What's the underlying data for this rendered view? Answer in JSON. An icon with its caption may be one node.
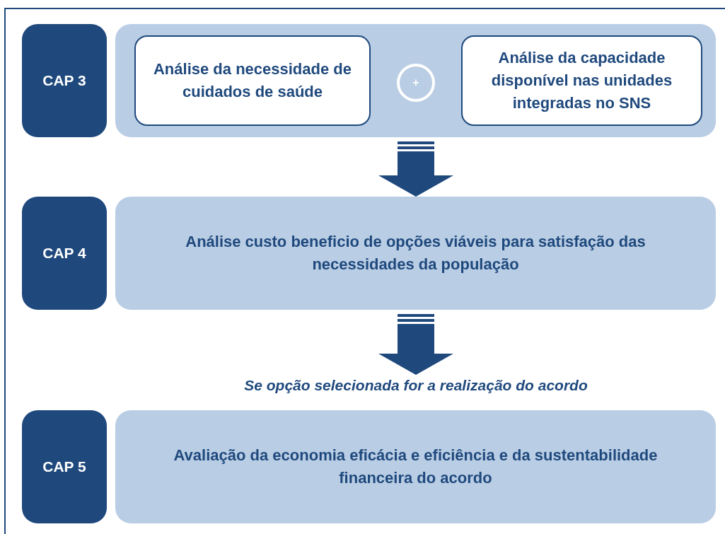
{
  "diagram": {
    "nodes": [
      {
        "text": [
          "CAP 3"
        ]
      },
      {
        "text": [],
        "shape": "box"
      },
      {
        "text": [
          "Análise da necessidade de cuidados de saúde"
        ],
        "in": 1
      },
      {
        "text": [
          "+"
        ],
        "in": 1
      },
      {
        "text": [
          "Análise da capacidade disponível nas unidades integradas no SNS"
        ],
        "in": 1
      },
      {
        "text": [
          "CAP 4"
        ]
      },
      {
        "text": [
          "Análise custo beneficio de opções viáveis para satisfação das necessidades da população"
        ]
      },
      {
        "text": [
          "Se opção selecionada for a realização do acordo"
        ]
      },
      {
        "text": [
          "CAP 5"
        ]
      },
      {
        "text": [
          "Avaliação da economia eficácia e eficiência e da sustentabilidade financeira do acordo"
        ]
      }
    ],
    "edges": [
      {
        "from": 1,
        "to": 6,
        "arrow": "to"
      },
      {
        "from": 6,
        "to": 7,
        "arrow": "to"
      }
    ]
  }
}
